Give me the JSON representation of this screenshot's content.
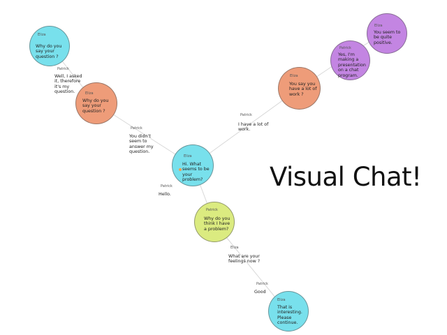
{
  "title": "Visual Chat!",
  "colors": {
    "eliza": "#78e0ec",
    "patrick_orange": "#ee9c79",
    "patrick_green": "#dbeb80",
    "patrick_purple": "#c385e2",
    "edge": "#d8d8d8"
  },
  "nodes": [
    {
      "speaker": "Eliza",
      "text": "Why do you say your question ?",
      "color": "eliza"
    },
    {
      "speaker": "Eliza",
      "text": "Why do you say your question ?",
      "color": "patrick_orange"
    },
    {
      "speaker": "Eliza",
      "text": "Hi. What seems to be your problem?",
      "color": "eliza"
    },
    {
      "speaker": "Patrick",
      "text": "Why do you think I have a problem?",
      "color": "patrick_green"
    },
    {
      "speaker": "Eliza",
      "text": "That is interesting. Please continue.",
      "color": "eliza"
    },
    {
      "speaker": "Eliza",
      "text": "You say you have a lot of work ?",
      "color": "patrick_orange"
    },
    {
      "speaker": "Patrick",
      "text": "Yes, I'm making a presentation on a chat program.",
      "color": "patrick_purple"
    },
    {
      "speaker": "Eliza",
      "text": "You seem to be quite positive.",
      "color": "patrick_purple"
    }
  ],
  "messages": [
    {
      "speaker": "Patrick",
      "text": "Well, I asked it, therefore it's my question."
    },
    {
      "speaker": "Patrick",
      "text": "You didn't seem to answer my question."
    },
    {
      "speaker": "Patrick",
      "text": "Hello."
    },
    {
      "speaker": "Patrick",
      "text": "I have a lot of work."
    },
    {
      "speaker": "Eliza",
      "text": "What are your feelings now ?"
    },
    {
      "speaker": "Patrick",
      "text": "Good"
    }
  ]
}
